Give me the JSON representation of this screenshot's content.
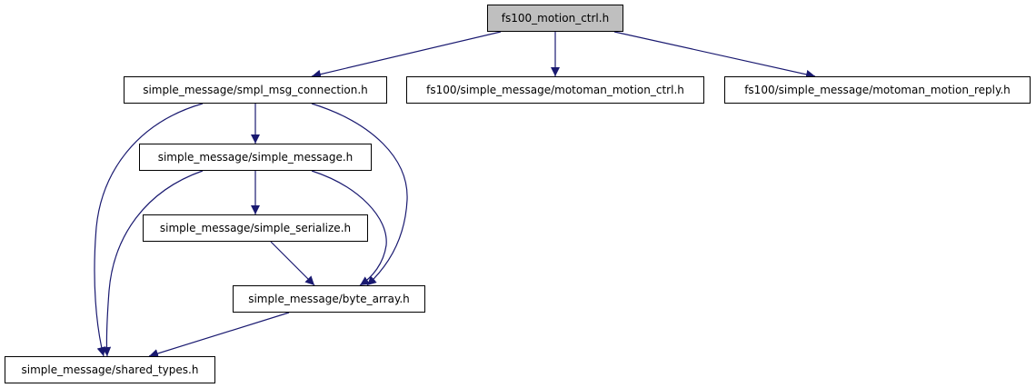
{
  "diagram": {
    "nodes": [
      {
        "id": "root",
        "label": "fs100_motion_ctrl.h"
      },
      {
        "id": "conn",
        "label": "simple_message/smpl_msg_connection.h"
      },
      {
        "id": "mctrl",
        "label": "fs100/simple_message/motoman_motion_ctrl.h"
      },
      {
        "id": "mreply",
        "label": "fs100/simple_message/motoman_motion_reply.h"
      },
      {
        "id": "smsg",
        "label": "simple_message/simple_message.h"
      },
      {
        "id": "ser",
        "label": "simple_message/simple_serialize.h"
      },
      {
        "id": "bytes",
        "label": "simple_message/byte_array.h"
      },
      {
        "id": "types",
        "label": "simple_message/shared_types.h"
      }
    ],
    "edges": [
      {
        "from": "root",
        "to": "conn"
      },
      {
        "from": "root",
        "to": "mctrl"
      },
      {
        "from": "root",
        "to": "mreply"
      },
      {
        "from": "conn",
        "to": "smsg"
      },
      {
        "from": "conn",
        "to": "bytes"
      },
      {
        "from": "conn",
        "to": "types"
      },
      {
        "from": "smsg",
        "to": "ser"
      },
      {
        "from": "smsg",
        "to": "bytes"
      },
      {
        "from": "smsg",
        "to": "types"
      },
      {
        "from": "ser",
        "to": "bytes"
      },
      {
        "from": "bytes",
        "to": "types"
      }
    ],
    "colors": {
      "edge": "#191970",
      "root_fill": "#bfbfbf",
      "node_fill": "#ffffff",
      "border": "#000000"
    }
  }
}
